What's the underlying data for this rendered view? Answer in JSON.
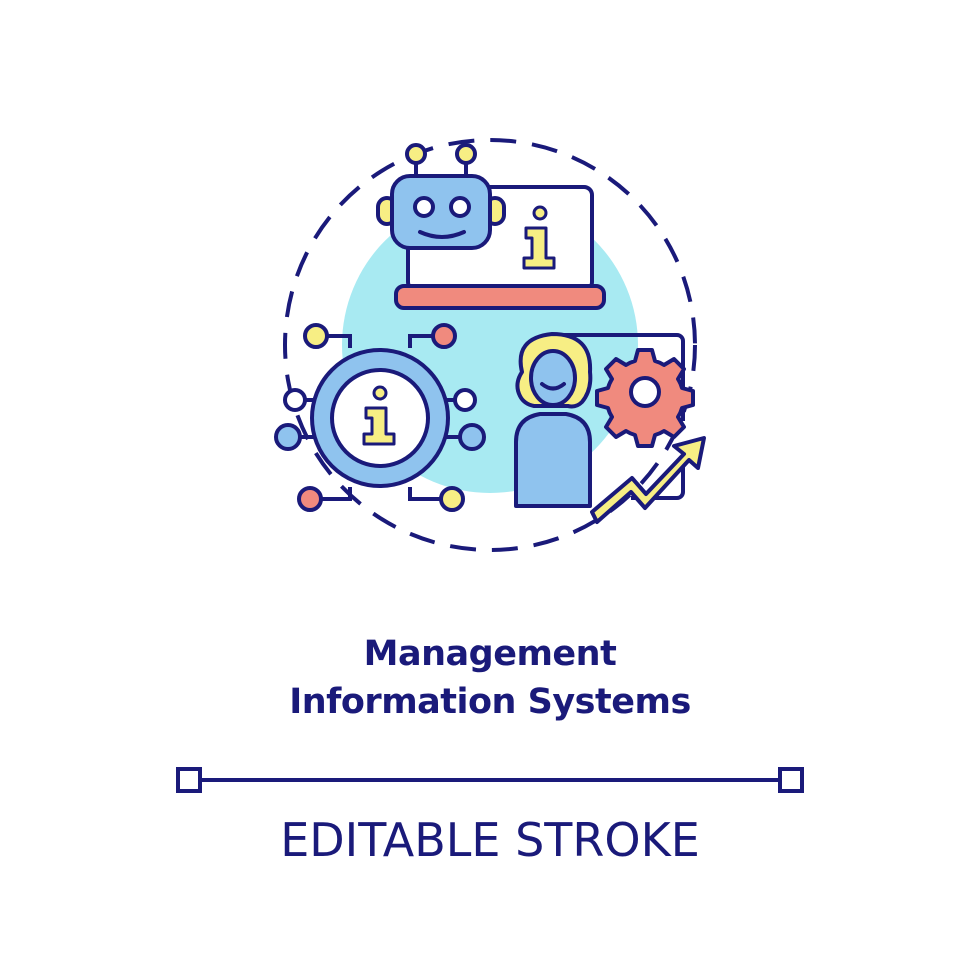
{
  "title": {
    "line1": "Management",
    "line2": "Information Systems"
  },
  "caption": "EDITABLE STROKE",
  "icons": {
    "robot": "robot-icon",
    "laptop": "laptop-icon",
    "info_badge_laptop": "info-icon",
    "info_hub": "info-network-icon",
    "person": "person-icon",
    "gear": "gear-icon",
    "growth_arrow": "growth-arrow-icon"
  },
  "colors": {
    "stroke": "#1a1a7a",
    "cyan": "#a8eaf2",
    "blue": "#8fc3ee",
    "yellow": "#f7ee84",
    "salmon": "#f08a7e",
    "white": "#ffffff"
  }
}
